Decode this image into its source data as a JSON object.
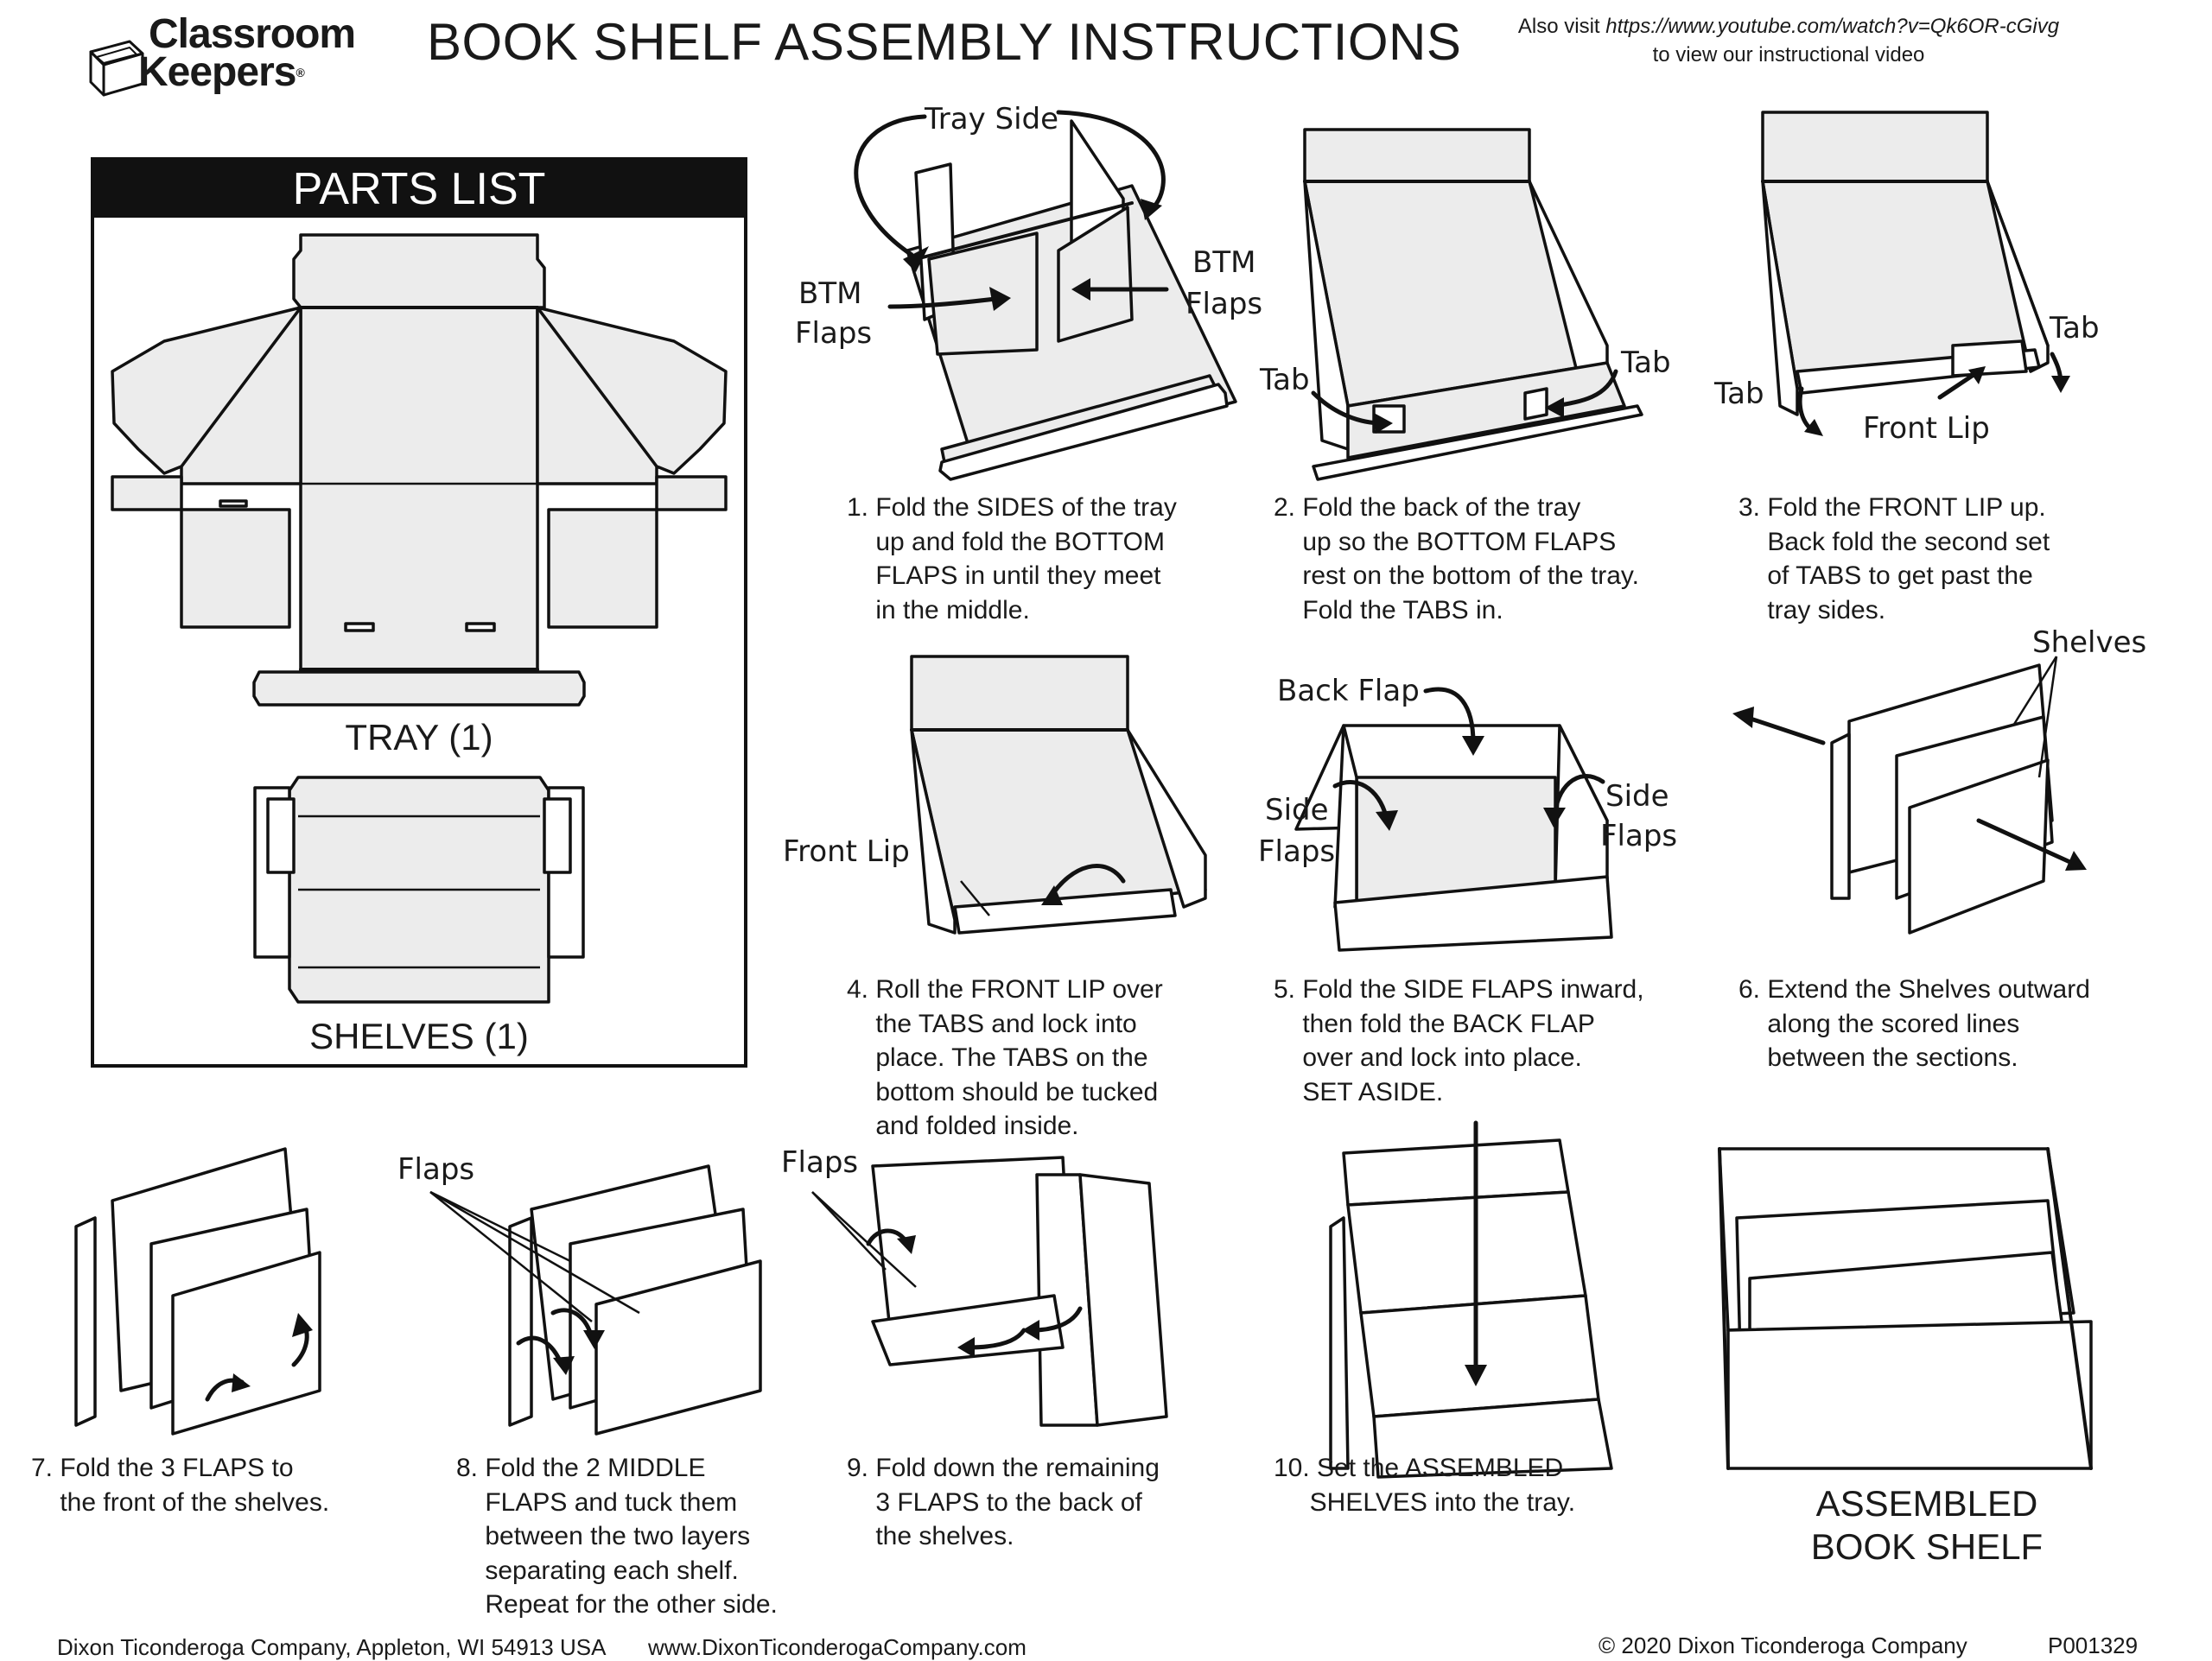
{
  "header": {
    "brand_line1": "Classroom",
    "brand_line2": "Keepers",
    "brand_mark": "®",
    "title": "BOOK SHELF ASSEMBLY INSTRUCTIONS",
    "visit_prefix": "Also visit ",
    "visit_url": "https://www.youtube.com/watch?v=Qk6OR-cGivg",
    "visit_suffix": "to view our instructional video"
  },
  "parts_list": {
    "heading": "PARTS LIST",
    "tray_label": "TRAY (1)",
    "shelves_label": "SHELVES (1)"
  },
  "callouts": {
    "tray_side": "Tray Side",
    "btm_flaps_left_1": "BTM",
    "btm_flaps_left_2": "Flaps",
    "btm_flaps_right_1": "BTM",
    "btm_flaps_right_2": "Flaps",
    "tab_2a": "Tab",
    "tab_2b": "Tab",
    "tab_3a": "Tab",
    "tab_3b": "Tab",
    "front_lip_3": "Front Lip",
    "front_lip_4": "Front Lip",
    "back_flap": "Back Flap",
    "side_flaps_left_1": "Side",
    "side_flaps_left_2": "Flaps",
    "side_flaps_right_1": "Side",
    "side_flaps_right_2": "Flaps",
    "shelves": "Shelves",
    "flaps_8": "Flaps",
    "flaps_9": "Flaps"
  },
  "steps": [
    "1. Fold the SIDES of the tray\n    up and fold the BOTTOM\n    FLAPS in until they meet\n    in the middle.",
    "2. Fold the back of the tray\n    up so the BOTTOM FLAPS\n    rest on the bottom of the tray.\n    Fold the TABS in.",
    "3. Fold the FRONT LIP up.\n    Back fold the second set\n    of TABS to get past the\n    tray sides.",
    "4. Roll the FRONT LIP over\n    the TABS and lock into\n    place. The TABS on the\n    bottom should be tucked\n    and folded inside.",
    "5. Fold the SIDE FLAPS inward,\n    then fold the BACK FLAP\n    over and lock into place.\n    SET ASIDE.",
    "6. Extend the Shelves outward\n    along the scored lines\n    between the sections.",
    "7. Fold the 3 FLAPS to\n    the front of the shelves.",
    "8. Fold the 2 MIDDLE\n    FLAPS and tuck them\n    between the two layers\n    separating each shelf.\n    Repeat for the other side.",
    "9. Fold down the remaining\n    3 FLAPS to the back of\n    the shelves.",
    "10. Set the ASSEMBLED\n     SHELVES into the tray."
  ],
  "assembled": {
    "line1": "ASSEMBLED",
    "line2": "BOOK SHELF"
  },
  "footer": {
    "company_address": "Dixon Ticonderoga Company, Appleton, WI 54913 USA",
    "website": "www.DixonTiconderogaCompany.com",
    "copyright": "© 2020 Dixon Ticonderoga Company",
    "part_number": "P001329"
  }
}
